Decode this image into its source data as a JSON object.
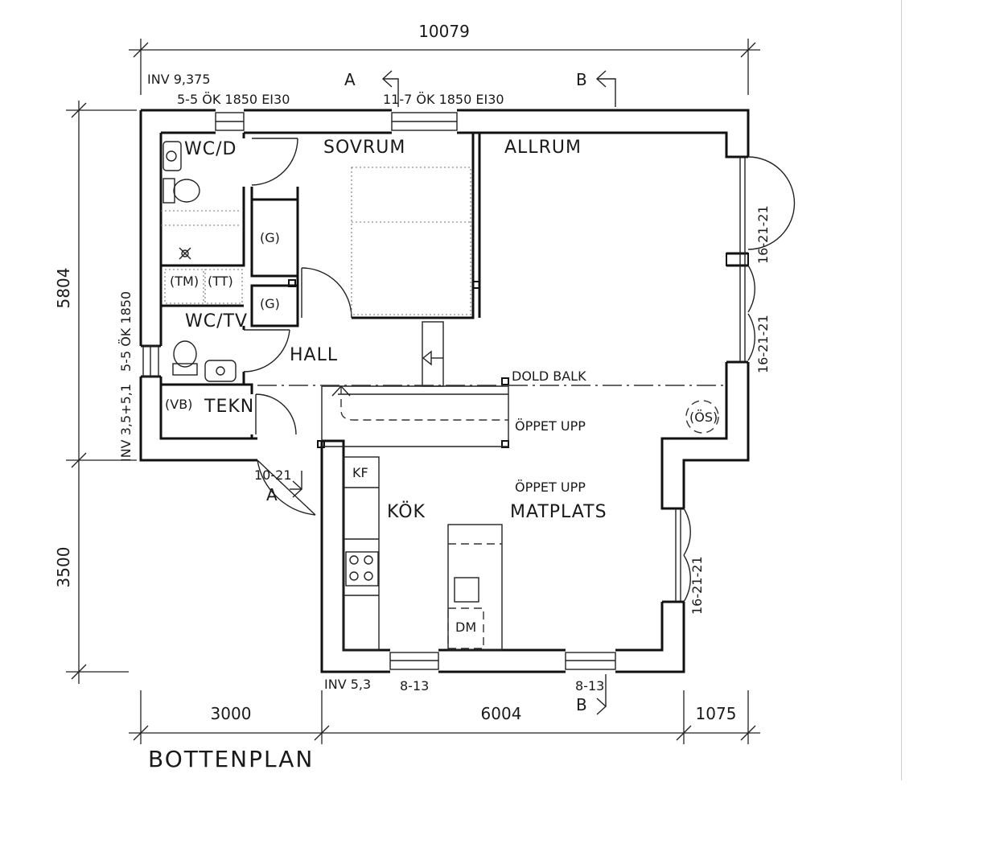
{
  "plan": {
    "title": "BOTTENPLAN",
    "rooms": {
      "wcd": "WC/D",
      "sovrum": "SOVRUM",
      "allrum": "ALLRUM",
      "g1": "(G)",
      "g2": "(G)",
      "tm": "(TM)",
      "tt": "(TT)",
      "wctv": "WC/TV",
      "hall": "HALL",
      "vb": "(VB)",
      "tekn": "TEKN",
      "kf": "KF",
      "kok": "KÖK",
      "matplats": "MATPLATS",
      "dm": "DM",
      "os": "(ÖS)"
    },
    "notes": {
      "inv_top": "INV 9,375",
      "win_top_left": "5-5 ÖK 1850 EI30",
      "win_top_mid": "11-7 ÖK 1850 EI30",
      "win_left": "5-5 ÖK 1850",
      "inv_left": "INV 3,5+5,1",
      "dold_balk": "DOLD BALK",
      "oppet_upp_1": "ÖPPET UPP",
      "oppet_upp_2": "ÖPPET UPP",
      "door_entry": "10-21",
      "door_right_1": "16-21-21",
      "door_right_2": "16-21-21",
      "door_right_3": "16-21-21",
      "inv_bottom": "INV 5,3",
      "win_bottom_1": "8-13",
      "win_bottom_2": "8-13"
    },
    "sections": {
      "a_top": "A",
      "b_top": "B",
      "a_bottom": "A",
      "b_bottom": "B"
    },
    "dimensions": {
      "top_total": "10079",
      "left_upper": "5804",
      "left_lower": "3500",
      "bottom_1": "3000",
      "bottom_2": "6004",
      "bottom_3": "1075"
    }
  }
}
